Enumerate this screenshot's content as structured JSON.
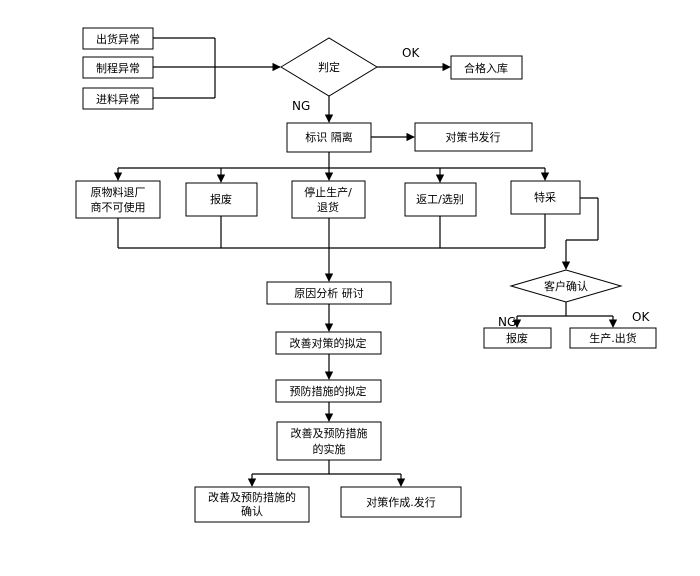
{
  "inputs": {
    "shipment_abnormal": "出货异常",
    "process_abnormal": "制程异常",
    "incoming_abnormal": "进料异常"
  },
  "judge": {
    "label": "判定",
    "ok_label": "OK",
    "ng_label": "NG",
    "pass_storage": "合格入库"
  },
  "identify_isolate": "标识 隔离",
  "countermeasure_issue": "对策书发行",
  "branches": {
    "return_vendor_line1": "原物料退厂",
    "return_vendor_line2": "商不可使用",
    "scrap": "报废",
    "stop_line1": "停止生产/",
    "stop_line2": "退货",
    "rework": "返工/选别",
    "special_purchase": "特采"
  },
  "customer": {
    "confirm": "客户确认",
    "ng_label": "NG",
    "ok_label": "OK",
    "scrap": "报废",
    "production_ship": "生产.出货"
  },
  "flow": {
    "cause_analysis": "原因分析 研讨",
    "improve_plan": "改善对策的拟定",
    "prevent_plan": "预防措施的拟定",
    "implement_line1": "改善及预防措施",
    "implement_line2": "的实施",
    "confirm_line1": "改善及预防措施的",
    "confirm_line2": "确认",
    "countermeasure_done": "对策作成.发行"
  }
}
